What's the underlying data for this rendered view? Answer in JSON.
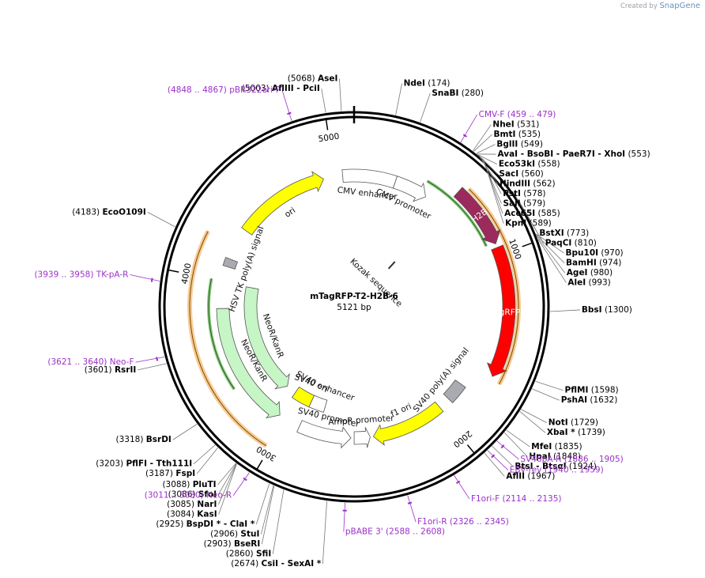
{
  "credit": {
    "prefix": "Created by",
    "brand": "SnapGene"
  },
  "plasmid": {
    "name": "mTagRFP-T2-H2B-6",
    "length_label": "5121 bp",
    "length": 5121
  },
  "ticks": [
    {
      "bp": 1000,
      "label": "1000"
    },
    {
      "bp": 2000,
      "label": "2000"
    },
    {
      "bp": 3000,
      "label": "3000"
    },
    {
      "bp": 4000,
      "label": "4000"
    },
    {
      "bp": 5000,
      "label": "5000"
    }
  ],
  "features": [
    {
      "name": "ori",
      "start": 4340,
      "end": 4930,
      "dir": 1,
      "ring": "inner",
      "color": "#ffff00",
      "text": "dark"
    },
    {
      "name": "CMV enhancer",
      "start": 5050,
      "end": 260,
      "dir": 0,
      "ring": "inner",
      "color": "#ffffff",
      "text": "dark"
    },
    {
      "name": "CMV promoter",
      "start": 260,
      "end": 470,
      "dir": 1,
      "ring": "inner",
      "color": "#ffffff",
      "text": "dark"
    },
    {
      "name": "H2B",
      "start": 600,
      "end": 940,
      "dir": 1,
      "ring": "outer",
      "color": "#9c2a5c",
      "text": "light"
    },
    {
      "name": "TagRFP-T",
      "start": 960,
      "end": 1660,
      "dir": 1,
      "ring": "outer",
      "color": "#ff0000",
      "text": "light"
    },
    {
      "name": "SV40 poly(A) signal",
      "start": 1790,
      "end": 1910,
      "dir": 0,
      "ring": "inner",
      "color": "#a9abb0",
      "text": "dark"
    },
    {
      "name": "f1 ori",
      "start": 1985,
      "end": 2440,
      "dir": 1,
      "ring": "inner",
      "color": "#ffff00",
      "text": "dark"
    },
    {
      "name": "AmpR promoter",
      "start": 2460,
      "end": 2560,
      "dir": -1,
      "ring": "inner",
      "color": "#ffffff",
      "text": "dark"
    },
    {
      "name": "SV40 promoter",
      "start": 2580,
      "end": 2910,
      "dir": -1,
      "ring": "inner",
      "color": "#ffffff",
      "text": "dark"
    },
    {
      "name": "SV40 ori",
      "start": 2905,
      "end": 3050,
      "dir": 0,
      "ring": "core",
      "color": "#ffff00",
      "text": "dark"
    },
    {
      "name": "SV40 enhancer",
      "start": 2790,
      "end": 2905,
      "dir": 0,
      "ring": "core",
      "color": "#ffffff",
      "text": "dark"
    },
    {
      "name": "NeoR/KanR",
      "start": 3050,
      "end": 3830,
      "dir": -1,
      "ring": "inner",
      "color": "#c6f5c6",
      "text": "dark"
    },
    {
      "name": "NeoR/KanR",
      "start": 3130,
      "end": 3990,
      "dir": -1,
      "ring": "core",
      "color": "#c6f5c6",
      "text": "dark"
    },
    {
      "name": "HSV TK poly(A) signal",
      "start": 4090,
      "end": 4140,
      "dir": 0,
      "ring": "inner",
      "color": "#a9abb0",
      "text": "dark"
    },
    {
      "name": "Kozak sequence",
      "start": 600,
      "end": 606,
      "dir": 0,
      "ring": "kozak",
      "color": "#555555",
      "text": "dark"
    }
  ],
  "arcs": [
    {
      "kind": "orange",
      "start": 630,
      "end": 1680
    },
    {
      "kind": "orange",
      "start": 3020,
      "end": 3990
    },
    {
      "kind": "orange",
      "start": 3990,
      "end": 4230
    },
    {
      "kind": "green",
      "start": 430,
      "end": 930
    },
    {
      "kind": "green",
      "start": 3350,
      "end": 4000
    }
  ],
  "enzymes_right": [
    {
      "name": "NdeI",
      "pos": "(174)",
      "bp": 174
    },
    {
      "name": "SnaBI",
      "pos": "(280)",
      "bp": 280
    },
    {
      "name": "NheI",
      "pos": "(531)",
      "bp": 531
    },
    {
      "name": "BmtI",
      "pos": "(535)",
      "bp": 535
    },
    {
      "name": "BglII",
      "pos": "(549)",
      "bp": 549
    },
    {
      "name": "AvaI  - BsoBI  - PaeR7I  - XhoI",
      "pos": "(553)",
      "bp": 553
    },
    {
      "name": "Eco53kI",
      "pos": "(558)",
      "bp": 558
    },
    {
      "name": "SacI",
      "pos": "(560)",
      "bp": 560
    },
    {
      "name": "HindIII",
      "pos": "(562)",
      "bp": 562
    },
    {
      "name": "PstI",
      "pos": "(578)",
      "bp": 578
    },
    {
      "name": "SalI",
      "pos": "(579)",
      "bp": 579
    },
    {
      "name": "Acc65I",
      "pos": "(585)",
      "bp": 585
    },
    {
      "name": "KpnI",
      "pos": "(589)",
      "bp": 589
    },
    {
      "name": "BstXI",
      "pos": "(773)",
      "bp": 773
    },
    {
      "name": "PaqCI",
      "pos": "(810)",
      "bp": 810
    },
    {
      "name": "Bpu10I",
      "pos": "(970)",
      "bp": 970
    },
    {
      "name": "BamHI",
      "pos": "(974)",
      "bp": 974
    },
    {
      "name": "AgeI",
      "pos": "(980)",
      "bp": 980
    },
    {
      "name": "AleI",
      "pos": "(993)",
      "bp": 993
    },
    {
      "name": "BbsI",
      "pos": "(1300)",
      "bp": 1300
    },
    {
      "name": "PflMI",
      "pos": "(1598)",
      "bp": 1598
    },
    {
      "name": "PshAI",
      "pos": "(1632)",
      "bp": 1632
    },
    {
      "name": "NotI",
      "pos": "(1729)",
      "bp": 1729
    },
    {
      "name": "XbaI *",
      "pos": "(1739)",
      "bp": 1739
    },
    {
      "name": "MfeI",
      "pos": "(1835)",
      "bp": 1835
    },
    {
      "name": "HpaI",
      "pos": "(1848)",
      "bp": 1848
    },
    {
      "name": "BtsI  - BtsαI",
      "pos": "(1924)",
      "bp": 1924
    },
    {
      "name": "AflII",
      "pos": "(1967)",
      "bp": 1967
    }
  ],
  "enzymes_left": [
    {
      "name": "AseI",
      "pos": "(5068)",
      "bp": 5068
    },
    {
      "name": "AflIII  - PciI",
      "pos": "(5003)",
      "bp": 5003
    },
    {
      "name": "EcoO109I",
      "pos": "(4183)",
      "bp": 4183
    },
    {
      "name": "RsrII",
      "pos": "(3601)",
      "bp": 3601
    },
    {
      "name": "BsrDI",
      "pos": "(3318)",
      "bp": 3318
    },
    {
      "name": "PflFI  - Tth111I",
      "pos": "(3203)",
      "bp": 3203
    },
    {
      "name": "FspI",
      "pos": "(3187)",
      "bp": 3187
    },
    {
      "name": "PluTI",
      "pos": "(3088)",
      "bp": 3088
    },
    {
      "name": "SfoI",
      "pos": "(3086)",
      "bp": 3086
    },
    {
      "name": "NarI",
      "pos": "(3085)",
      "bp": 3085
    },
    {
      "name": "KasI",
      "pos": "(3084)",
      "bp": 3084
    },
    {
      "name": "BspDI *  - ClaI *",
      "pos": "(2925)",
      "bp": 2925
    },
    {
      "name": "StuI",
      "pos": "(2906)",
      "bp": 2906
    },
    {
      "name": "BseRI",
      "pos": "(2903)",
      "bp": 2903
    },
    {
      "name": "SfiI",
      "pos": "(2860)",
      "bp": 2860
    },
    {
      "name": "CsiI  - SexAI *",
      "pos": "(2674)",
      "bp": 2674
    }
  ],
  "primers": [
    {
      "name": "pBR322ori-F",
      "pos": "(4848 .. 4867)",
      "bp": 4857,
      "side": "left"
    },
    {
      "name": "CMV-F",
      "pos": "(459 .. 479)",
      "bp": 469,
      "side": "right"
    },
    {
      "name": "TK-pA-R",
      "pos": "(3939 .. 3958)",
      "bp": 3948,
      "side": "left"
    },
    {
      "name": "Neo-F",
      "pos": "(3621 .. 3640)",
      "bp": 3630,
      "side": "left"
    },
    {
      "name": "Neo-R",
      "pos": "(3011 .. 3030)",
      "bp": 3020,
      "side": "left"
    },
    {
      "name": "SV40pA-R",
      "pos": "(1886 .. 1905)",
      "bp": 1895,
      "side": "right"
    },
    {
      "name": "EBV-rev",
      "pos": "(1940 .. 1959)",
      "bp": 1950,
      "side": "right"
    },
    {
      "name": "F1ori-F",
      "pos": "(2114 .. 2135)",
      "bp": 2124,
      "side": "right"
    },
    {
      "name": "F1ori-R",
      "pos": "(2326 .. 2345)",
      "bp": 2335,
      "side": "right"
    },
    {
      "name": "pBABE 3'",
      "pos": "(2588 .. 2608)",
      "bp": 2598,
      "side": "right"
    }
  ]
}
